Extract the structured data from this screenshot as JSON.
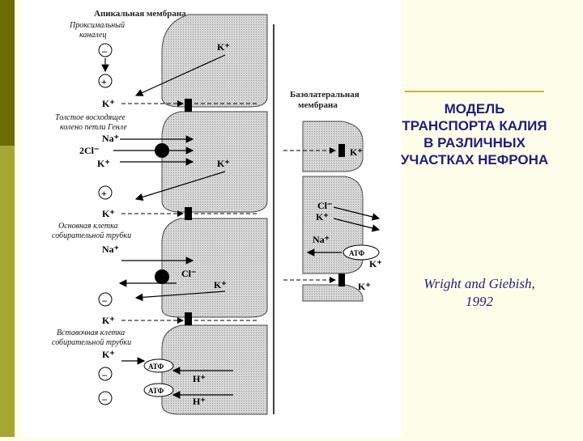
{
  "colors": {
    "strip_top": "#6b6b00",
    "strip_bottom": "#a6a632",
    "rule": "#c9b63a",
    "title": "#1f1f7a",
    "cell_fill": "#c8c8c8"
  },
  "slide": {
    "title_lines": [
      "МОДЕЛЬ",
      "ТРАНСПОРТА КАЛИЯ",
      "В РАЗЛИЧНЫХ",
      "УЧАСТКАХ НЕФРОНА"
    ],
    "citation_lines": [
      "Wright and Giebish,",
      "1992"
    ]
  },
  "diagram": {
    "apical_header": "Апикальная мембрана",
    "basolateral_header_lines": [
      "Базолатеральная",
      "мембрана"
    ],
    "segments": [
      {
        "name_lines": [
          "Проксимальный",
          "каналец"
        ]
      },
      {
        "name_lines": [
          "Толстое восходящее",
          "колено петли Генле"
        ]
      },
      {
        "name_lines": [
          "Основная клетка",
          "собирательной трубки"
        ]
      },
      {
        "name_lines": [
          "Вставочная клетка",
          "собирательной трубки"
        ]
      }
    ],
    "labels": {
      "k": "K⁺",
      "na": "Na⁺",
      "cl2": "2Cl⁻",
      "cl": "Cl⁻",
      "h": "H⁺",
      "atp": "АТФ",
      "plus": "+",
      "minus": "–"
    }
  }
}
